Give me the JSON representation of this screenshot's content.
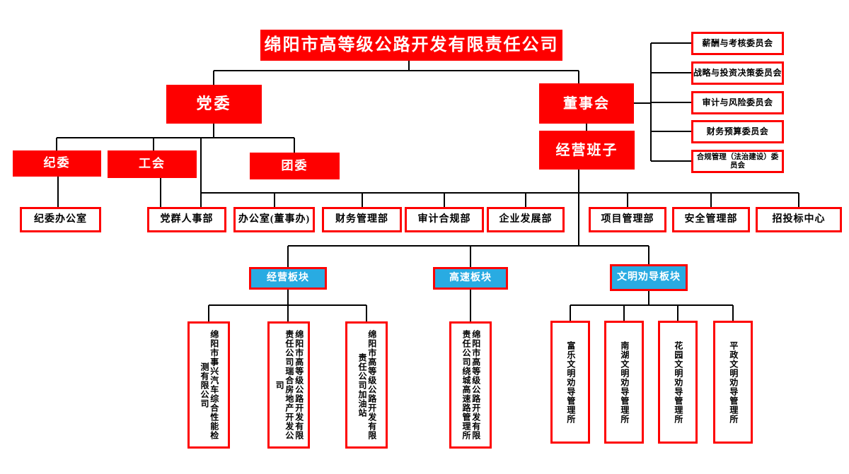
{
  "colors": {
    "box_red": "#fe0000",
    "box_blue": "#29abe2",
    "border_red": "#fe0000",
    "line_black": "#000000",
    "text_white": "#ffffff",
    "text_black": "#000000"
  },
  "nodes": {
    "title": "绵阳市高等级公路开发有限责任公司",
    "party": "党委",
    "board": "董事会",
    "management": "经营班子",
    "discipline": "纪委",
    "union": "工会",
    "youth": "团委",
    "discipline_office": "纪委办公室"
  },
  "committees": [
    "薪酬与考核委员会",
    "战略与投资决策委员会",
    "审计与风险委员会",
    "财务预算委员会",
    "合规管理（法治建设）委员会"
  ],
  "departments": [
    "党群人事部",
    "办公室(董事办)",
    "财务管理部",
    "审计合规部",
    "企业发展部",
    "项目管理部",
    "安全管理部",
    "招投标中心"
  ],
  "blocks": [
    "经营板块",
    "高速板块",
    "文明劝导板块"
  ],
  "operating_units": [
    "绵阳市事兴汽车综合性能检测有限公司",
    "绵阳市高等级公路开发有限责任公司瑞合房地产开发公司",
    "绵阳市高等级公路开发有限责任公司加油站"
  ],
  "highway_units": [
    "绵阳市高等级公路开发有限责任公司绕城高速路管理所"
  ],
  "civility_units": [
    "富乐文明劝导管理所",
    "南湖文明劝导管理所",
    "花园文明劝导管理所",
    "平政文明劝导管理所"
  ]
}
